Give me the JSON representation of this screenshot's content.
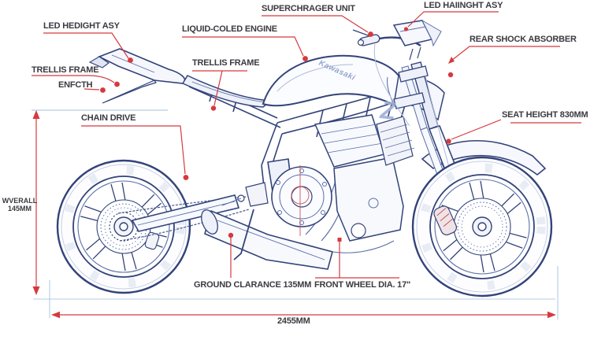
{
  "colors": {
    "callout_red": "#d6393f",
    "line_navy": "#33437a",
    "line_mid": "#5a6ea8",
    "line_light": "#aebbd9",
    "ref_blue": "#a5c1de",
    "label_text": "#3a3a40",
    "background": "#ffffff"
  },
  "callouts": {
    "led_tail_light": {
      "label": "LED HEDIGHT ASY"
    },
    "trellis_frame_left": {
      "label": "TRELLIS FRAME"
    },
    "enfcth": {
      "label": "ENFCTH"
    },
    "chain_drive": {
      "label": "CHAIN DRIVE"
    },
    "liquid_cooled_engine": {
      "label": "LIQUID-COLED ENGINE"
    },
    "trellis_frame_mid": {
      "label": "TRELLIS FRAME"
    },
    "supercharger_unit": {
      "label": "SUPERCHRAGER UNIT"
    },
    "led_headlight": {
      "label": "LED HAIINGHT ASY"
    },
    "rear_shock_absorber": {
      "label": "REAR SHOCK ABSORBER"
    },
    "seat_height": {
      "label": "SEAT HEIGHT 830MM"
    }
  },
  "dimensions": {
    "overall_height_line1": "WVERALL",
    "overall_height_line2": "145MM",
    "ground_clearance": "GROUND CLARANCE 135MM",
    "front_wheel_dia": "FRONT WHEEL DIA. 17\"",
    "overall_length": "2455MM"
  },
  "artwork": {
    "tank_logo": "Kawasaki",
    "side_badge": "Z"
  }
}
